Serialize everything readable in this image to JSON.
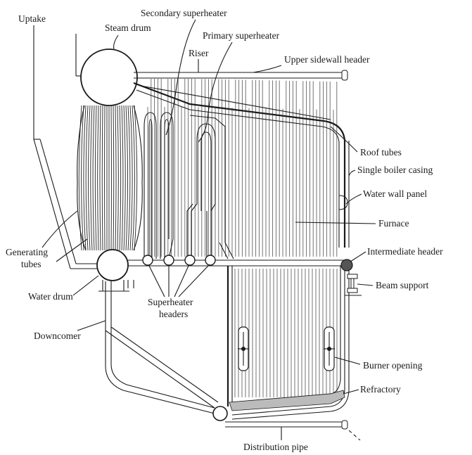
{
  "diagram": {
    "labels": {
      "uptake": "Uptake",
      "secondary_superheater": "Secondary superheater",
      "steam_drum": "Steam drum",
      "primary_superheater": "Primary superheater",
      "riser": "Riser",
      "upper_sidewall_header": "Upper sidewall header",
      "roof_tubes": "Roof tubes",
      "single_boiler_casing": "Single boiler casing",
      "water_wall_panel": "Water wall panel",
      "furnace": "Furnace",
      "generating_tubes_1": "Generating",
      "generating_tubes_2": "tubes",
      "intermediate_header": "Intermediate header",
      "water_drum": "Water drum",
      "beam_support": "Beam support",
      "superheater_headers_1": "Superheater",
      "superheater_headers_2": "headers",
      "downcomer": "Downcomer",
      "burner_opening": "Burner opening",
      "refractory": "Refractory",
      "distribution_pipe": "Distribution pipe"
    }
  }
}
